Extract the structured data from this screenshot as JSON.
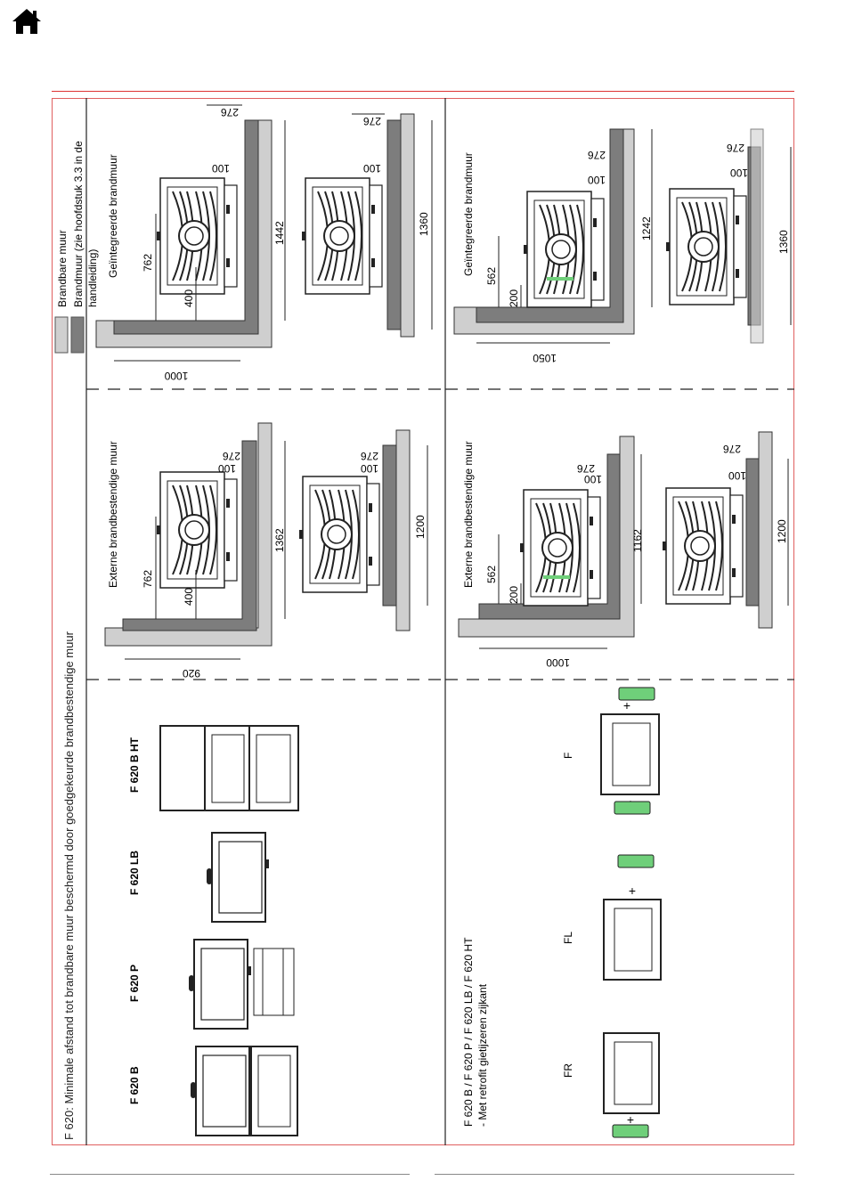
{
  "page": {
    "home_icon": "home-icon",
    "title": "F 620: Minimale afstand tot brandbare muur beschermd door goedgekeurde brandbestendige muur",
    "legend": {
      "combustible": "Brandbare muur",
      "fire_wall_line1": "Brandmuur (zie hoofdstuk 3.3 in de",
      "fire_wall_line2": "handleiding)"
    },
    "top": {
      "integrated_label": "Geïntegreerde brandmuur",
      "external_label": "Externe brandbestendige muur",
      "integrated": {
        "d1000": "1000",
        "d762": "762",
        "d400": "400",
        "d1442": "1442",
        "d100a": "100",
        "d276a": "276",
        "d1360": "1360",
        "d100b": "100",
        "d276b": "276"
      },
      "external": {
        "d920": "920",
        "d762": "762",
        "d400": "400",
        "d1362": "1362",
        "d100a": "100",
        "d276a": "276",
        "d1200": "1200",
        "d100b": "100",
        "d276b": "276"
      },
      "models": [
        "F 620 B HT",
        "F 620 LB",
        "F 620 P",
        "F 620 B"
      ]
    },
    "bottom": {
      "integrated_label": "Geïntegreerde brandmuur",
      "external_label": "Externe brandbestendige muur",
      "integrated": {
        "d1050": "1050",
        "d562": "562",
        "d200": "200",
        "d1242": "1242",
        "d100a": "100",
        "d276a": "276",
        "d1360": "1360",
        "d100b": "100",
        "d276b": "276"
      },
      "external": {
        "d1000": "1000",
        "d562": "562",
        "d200": "200",
        "d1162": "1162",
        "d100a": "100",
        "d276a": "276",
        "d1200": "1200",
        "d100b": "100",
        "d276b": "276"
      },
      "variants": [
        "F",
        "FL",
        "FR"
      ],
      "plus": "+",
      "note_line1": "F 620 B / F 620 P / F 620 LB / F 620 HT",
      "note_line2": "- Met retrofit gietijzeren zijkant"
    },
    "colors": {
      "wall_light": "#cfcfcf",
      "wall_dark": "#7d7d7d",
      "green": "#6fcf7a",
      "red": "#d33333"
    }
  }
}
